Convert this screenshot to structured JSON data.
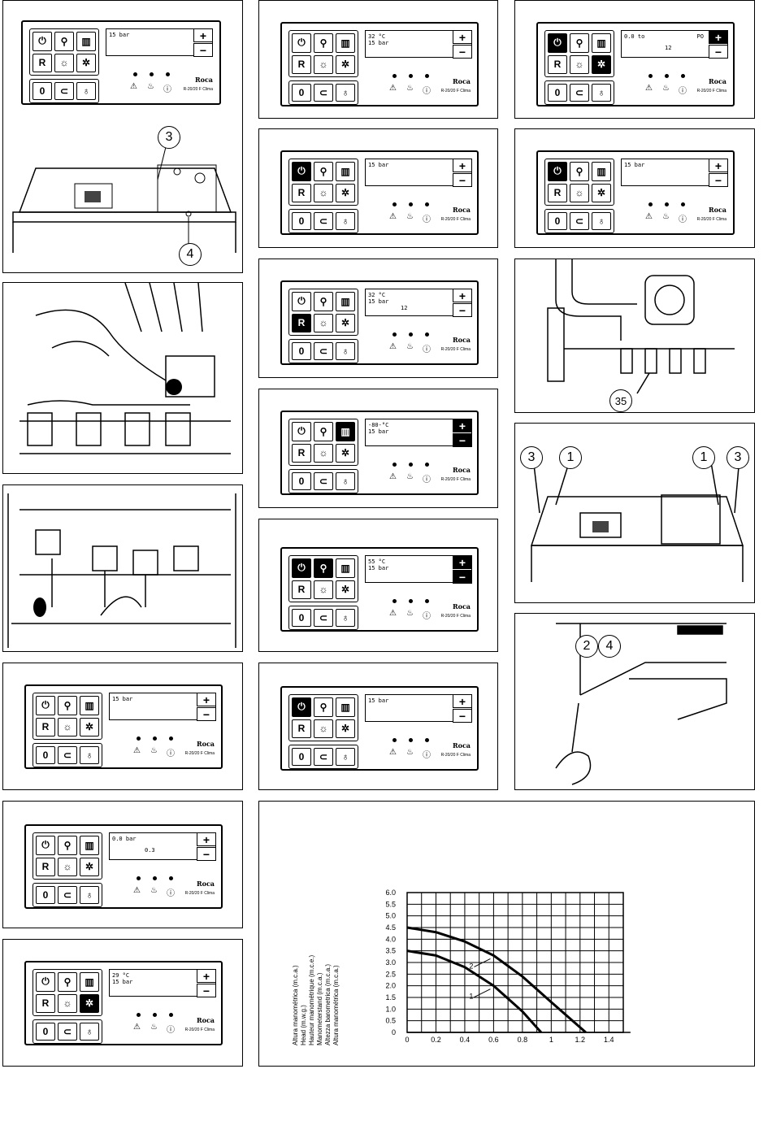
{
  "panels": {
    "brand": "Roca",
    "model": "R-20/20 F Clima",
    "pressure": "15 bar",
    "p1": {
      "disp": "15 bar"
    },
    "p2": {
      "disp1": "32 °C",
      "disp2": "15 bar"
    },
    "p3": {
      "disp1": "0.0 to",
      "disp2": "12",
      "disp3": "PO"
    },
    "p4": {
      "disp": "15 bar"
    },
    "p5": {
      "disp": "15 bar"
    },
    "p6": {
      "disp1": "32 °C",
      "disp2": "15 bar",
      "disp3": "12"
    },
    "p7": {
      "disp1": "-80-°C",
      "disp2": "15 bar"
    },
    "p8": {
      "disp1": "55 °C",
      "disp2": "15 bar"
    },
    "p9": {
      "disp": "15 bar"
    },
    "p10": {
      "disp": "15 bar"
    },
    "p11": {
      "disp1": "0.0 bar",
      "disp2": "0.3"
    },
    "p12": {
      "disp1": "29 °C",
      "disp2": "15 bar"
    }
  },
  "keys": {
    "reset": "R",
    "zero": "0",
    "plus": "+",
    "minus": "−"
  },
  "callouts": {
    "c3": "3",
    "c4": "4",
    "c35": "35",
    "c1": "1",
    "c2": "2"
  },
  "chart_data": {
    "type": "line",
    "xlabel": "",
    "ylabels": [
      "Altura manométrica (m.c.a.)",
      "Head (m.w.g.)",
      "Hauteur manométrique (m.c.e.)",
      "Manometerstand (m.c.a.)",
      "Altezza barometrica (m.c.a.)",
      "Altura manométrica (m.c.a.)"
    ],
    "xticks": [
      "0",
      "0.2",
      "0.4",
      "0.6",
      "0.8",
      "1",
      "1.2",
      "1.4"
    ],
    "yticks": [
      "0",
      "0.5",
      "1.0",
      "1.5",
      "2.0",
      "2.5",
      "3.0",
      "3.5",
      "4.0",
      "4.5",
      "5.0",
      "5.5",
      "6.0"
    ],
    "xlim": [
      0,
      1.5
    ],
    "ylim": [
      0,
      6.0
    ],
    "grid": true,
    "series": [
      {
        "name": "1",
        "x": [
          0,
          0.2,
          0.4,
          0.6,
          0.8,
          0.93
        ],
        "y": [
          3.5,
          3.3,
          2.8,
          2.0,
          0.9,
          0
        ]
      },
      {
        "name": "2",
        "x": [
          0,
          0.2,
          0.4,
          0.6,
          0.8,
          1.0,
          1.24
        ],
        "y": [
          4.5,
          4.3,
          3.9,
          3.3,
          2.4,
          1.3,
          0
        ]
      }
    ]
  }
}
